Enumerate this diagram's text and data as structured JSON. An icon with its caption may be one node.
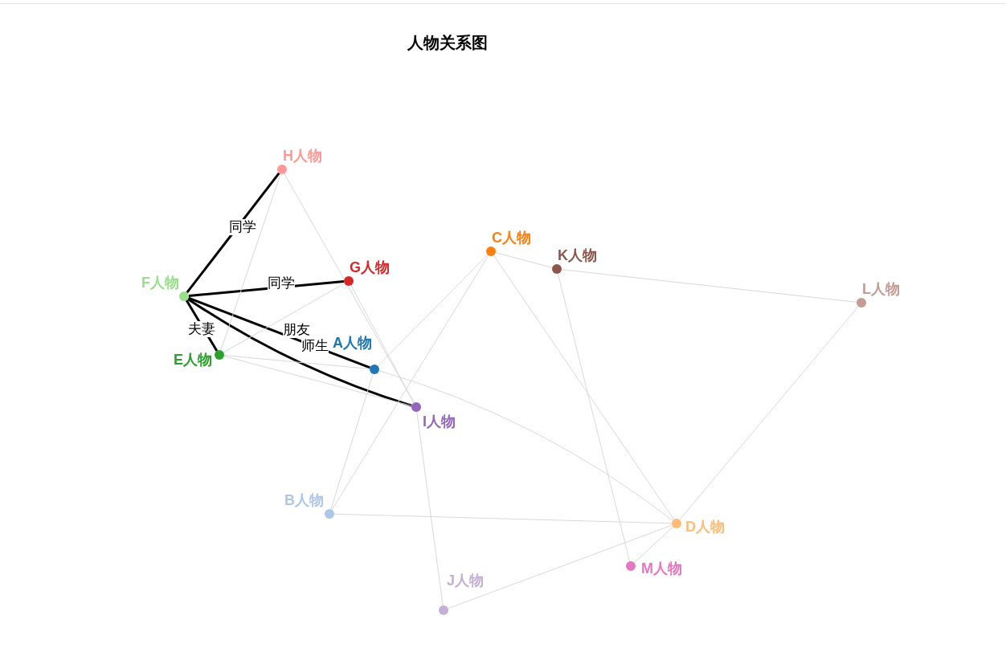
{
  "diagram": {
    "title": "人物关系图",
    "nodes": [
      {
        "text": [
          "A人物"
        ]
      },
      {
        "text": [
          "B人物"
        ]
      },
      {
        "text": [
          "C人物"
        ]
      },
      {
        "text": [
          "D人物"
        ]
      },
      {
        "text": [
          "E人物"
        ]
      },
      {
        "text": [
          "F人物"
        ]
      },
      {
        "text": [
          "G人物"
        ]
      },
      {
        "text": [
          "H人物"
        ]
      },
      {
        "text": [
          "I人物"
        ]
      },
      {
        "text": [
          "J人物"
        ]
      },
      {
        "text": [
          "K人物"
        ]
      },
      {
        "text": [
          "L人物"
        ]
      },
      {
        "text": [
          "M人物"
        ]
      }
    ],
    "edges": [
      {
        "from": 5,
        "to": 7,
        "arrow": "none",
        "label": "同学",
        "style": "thick",
        "color": "#000000"
      },
      {
        "from": 5,
        "to": 6,
        "arrow": "none",
        "label": "同学",
        "style": "thick",
        "color": "#000000"
      },
      {
        "from": 5,
        "to": 4,
        "arrow": "none",
        "label": "夫妻",
        "style": "thick",
        "color": "#000000"
      },
      {
        "from": 5,
        "to": 0,
        "arrow": "none",
        "label": "朋友",
        "style": "thick",
        "color": "#000000"
      },
      {
        "from": 5,
        "to": 8,
        "arrow": "none",
        "label": "师生",
        "style": "thick",
        "color": "#000000"
      },
      {
        "from": 7,
        "to": 4,
        "arrow": "none"
      },
      {
        "from": 7,
        "to": 8,
        "arrow": "none"
      },
      {
        "from": 6,
        "to": 8,
        "arrow": "none"
      },
      {
        "from": 6,
        "to": 4,
        "arrow": "none"
      },
      {
        "from": 4,
        "to": 0,
        "arrow": "none"
      },
      {
        "from": 4,
        "to": 8,
        "arrow": "none"
      },
      {
        "from": 0,
        "to": 1,
        "arrow": "none"
      },
      {
        "from": 0,
        "to": 2,
        "arrow": "none"
      },
      {
        "from": 0,
        "to": 3,
        "arrow": "none"
      },
      {
        "from": 1,
        "to": 2,
        "arrow": "none"
      },
      {
        "from": 1,
        "to": 3,
        "arrow": "none"
      },
      {
        "from": 2,
        "to": 10,
        "arrow": "none"
      },
      {
        "from": 2,
        "to": 3,
        "arrow": "none"
      },
      {
        "from": 10,
        "to": 11,
        "arrow": "none"
      },
      {
        "from": 10,
        "to": 12,
        "arrow": "none"
      },
      {
        "from": 11,
        "to": 3,
        "arrow": "none"
      },
      {
        "from": 3,
        "to": 12,
        "arrow": "none"
      },
      {
        "from": 3,
        "to": 9,
        "arrow": "none"
      },
      {
        "from": 8,
        "to": 9,
        "arrow": "none"
      }
    ]
  }
}
